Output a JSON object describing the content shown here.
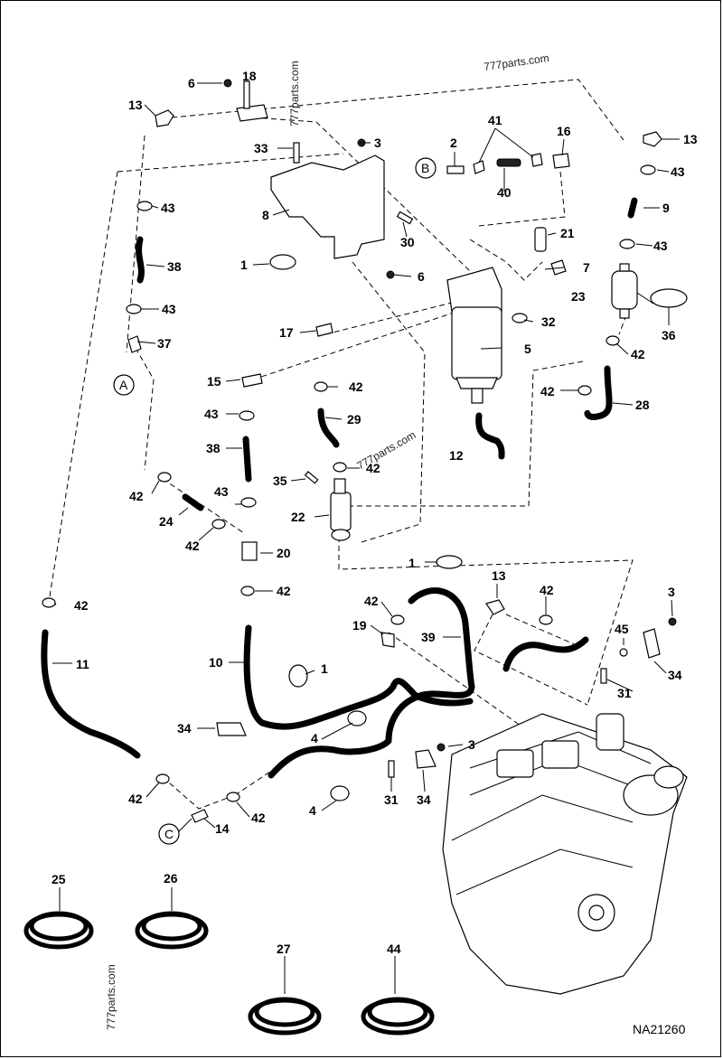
{
  "watermark": "777parts.com",
  "diagram_code": "NA21260",
  "ref_markers": [
    "A",
    "B",
    "C"
  ],
  "callouts": [
    "1",
    "2",
    "3",
    "4",
    "5",
    "6",
    "7",
    "8",
    "9",
    "10",
    "11",
    "12",
    "13",
    "14",
    "15",
    "16",
    "17",
    "18",
    "19",
    "20",
    "21",
    "22",
    "23",
    "24",
    "25",
    "26",
    "27",
    "28",
    "29",
    "30",
    "31",
    "32",
    "33",
    "34",
    "35",
    "36",
    "37",
    "38",
    "39",
    "40",
    "41",
    "42",
    "43",
    "44",
    "45"
  ],
  "coil_labels": [
    "25",
    "26",
    "27",
    "44"
  ],
  "colors": {
    "line": "#000000",
    "background": "#ffffff"
  }
}
